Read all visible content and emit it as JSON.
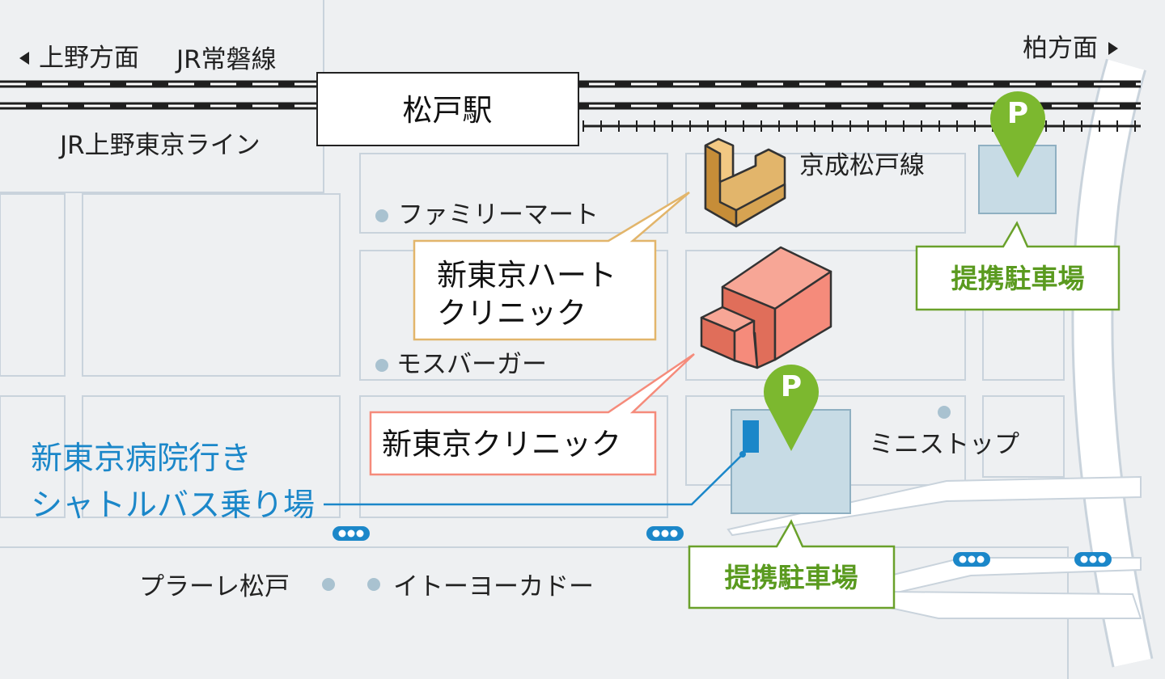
{
  "colors": {
    "background": "#eef0f2",
    "road": "#ffffff",
    "road_edge": "#c9d3dc",
    "block": "#eef0f2",
    "rail": "#1f1f1f",
    "parking_lot": "#c7dbe5",
    "parking_pin": "#7cb82f",
    "parking_label": "#5a9a1f",
    "heart_clinic": "#e2b56b",
    "clinic": "#f58b7b",
    "bus_stop": "#1b87c9",
    "poi_dot": "#a9c2d0"
  },
  "directions": {
    "left": "上野方面",
    "right": "柏方面",
    "left_icon": "triangle-left-icon",
    "right_icon": "triangle-right-icon"
  },
  "rail_lines": {
    "joban": "JR常磐線",
    "ueno_tokyo": "JR上野東京ライン",
    "keisei": "京成松戸線"
  },
  "station": "松戸駅",
  "shops": {
    "familymart": "ファミリーマート",
    "mos": "モスバーガー",
    "ministop": "ミニストップ",
    "plare": "プラーレ松戸",
    "itoyokado": "イトーヨーカドー"
  },
  "callouts": {
    "heart_clinic": [
      "新東京ハート",
      "クリニック"
    ],
    "clinic": "新東京クリニック",
    "parking_top": "提携駐車場",
    "parking_bottom": "提携駐車場",
    "bus": [
      "新東京病院行き",
      "シャトルバス乗り場"
    ]
  },
  "parking_pin_letter": "P",
  "icons": {
    "parking": "parking-pin-icon",
    "bus_stop": "bus-stop-icon",
    "building": "building-icon"
  }
}
